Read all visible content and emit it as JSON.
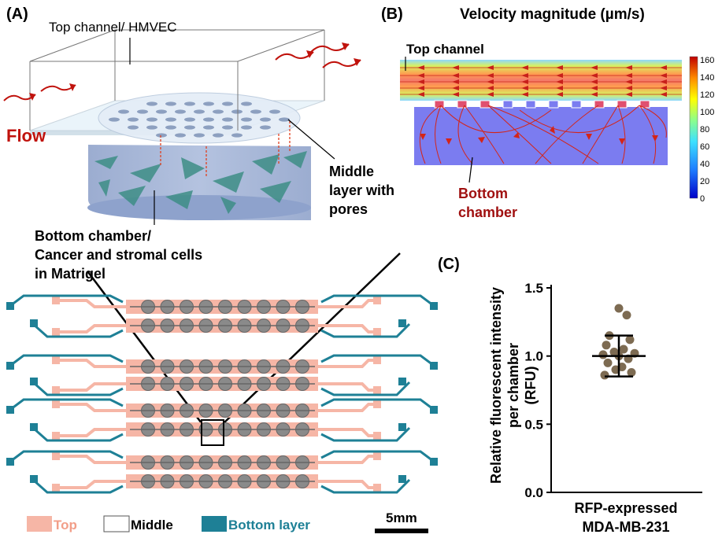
{
  "panel_a": {
    "label": "(A)",
    "top_channel": "Top channel/ HMVEC",
    "flow": "Flow",
    "middle": [
      "Middle",
      "layer with",
      "pores"
    ],
    "bottom": [
      "Bottom chamber/",
      "Cancer and stromal cells",
      "in Matrigel"
    ]
  },
  "panel_b": {
    "label": "(B)",
    "title": "Velocity magnitude (µm/s)",
    "top_channel": "Top channel",
    "bottom": [
      "Bottom",
      "chamber"
    ],
    "colorbar_ticks": [
      "160",
      "140",
      "120",
      "100",
      "80",
      "60",
      "40",
      "20",
      "0"
    ]
  },
  "layout_legend": {
    "top": "Top",
    "middle": "Middle",
    "bottom": "Bottom layer",
    "scale": "5mm"
  },
  "chart_data": {
    "type": "scatter",
    "label": "(C)",
    "ylabel": [
      "Relative fluorescent intensity",
      "per chamber",
      "(RFU)"
    ],
    "xlabel": [
      "RFP-expressed",
      "MDA-MB-231"
    ],
    "ylim": [
      0,
      1.5
    ],
    "yticks": [
      "0.0",
      "0.5",
      "1.0",
      "1.5"
    ],
    "mean": 1.0,
    "sd_upper": 1.15,
    "sd_lower": 0.85,
    "values": [
      1.35,
      1.3,
      1.15,
      1.12,
      1.08,
      1.05,
      1.03,
      1.02,
      1.01,
      1.0,
      0.98,
      0.95,
      0.92,
      0.9,
      0.88,
      0.86
    ],
    "colors": {
      "point": "#7d6b52",
      "bar": "#000000"
    }
  },
  "colors": {
    "top": "#f6b6a6",
    "bottom": "#1e8096",
    "flow": "#c0120c",
    "pore": "#8da0c0"
  }
}
